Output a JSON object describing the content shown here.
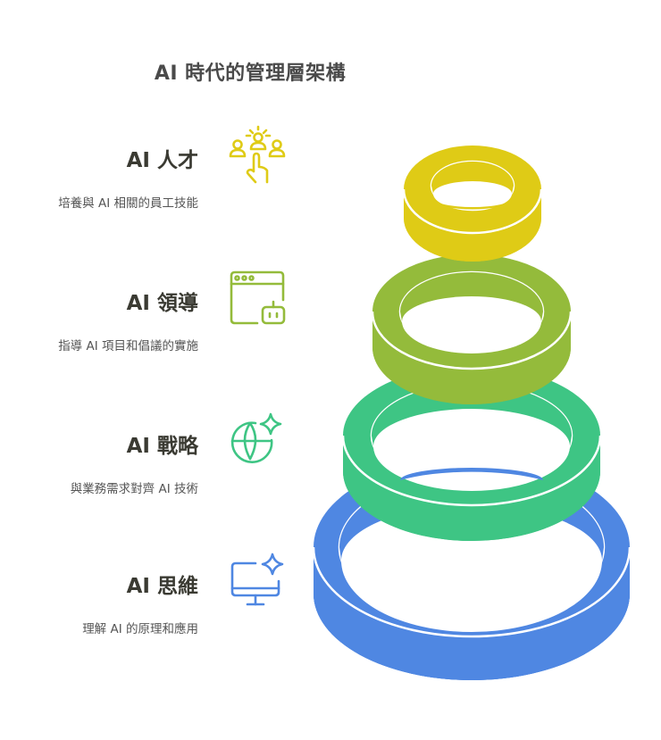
{
  "title": "AI 時代的管理層架構",
  "colors": {
    "yellow": "#DFCB16",
    "lime": "#94BB3B",
    "green": "#3EC584",
    "blue": "#4F87E2",
    "heading_text": "#3a3a32",
    "desc_text": "#555555"
  },
  "levels": [
    {
      "heading": "AI 人才",
      "description": "培養與 AI 相關的員工技能",
      "icon": "people-touch-icon",
      "color": "#DFCB16"
    },
    {
      "heading": "AI 領導",
      "description": "指導 AI 項目和倡議的實施",
      "icon": "browser-bot-icon",
      "color": "#94BB3B"
    },
    {
      "heading": "AI 戰略",
      "description": "與業務需求對齊 AI 技術",
      "icon": "globe-sparkle-icon",
      "color": "#3EC584"
    },
    {
      "heading": "AI 思維",
      "description": "理解 AI 的原理和應用",
      "icon": "monitor-sparkle-icon",
      "color": "#4F87E2"
    }
  ]
}
